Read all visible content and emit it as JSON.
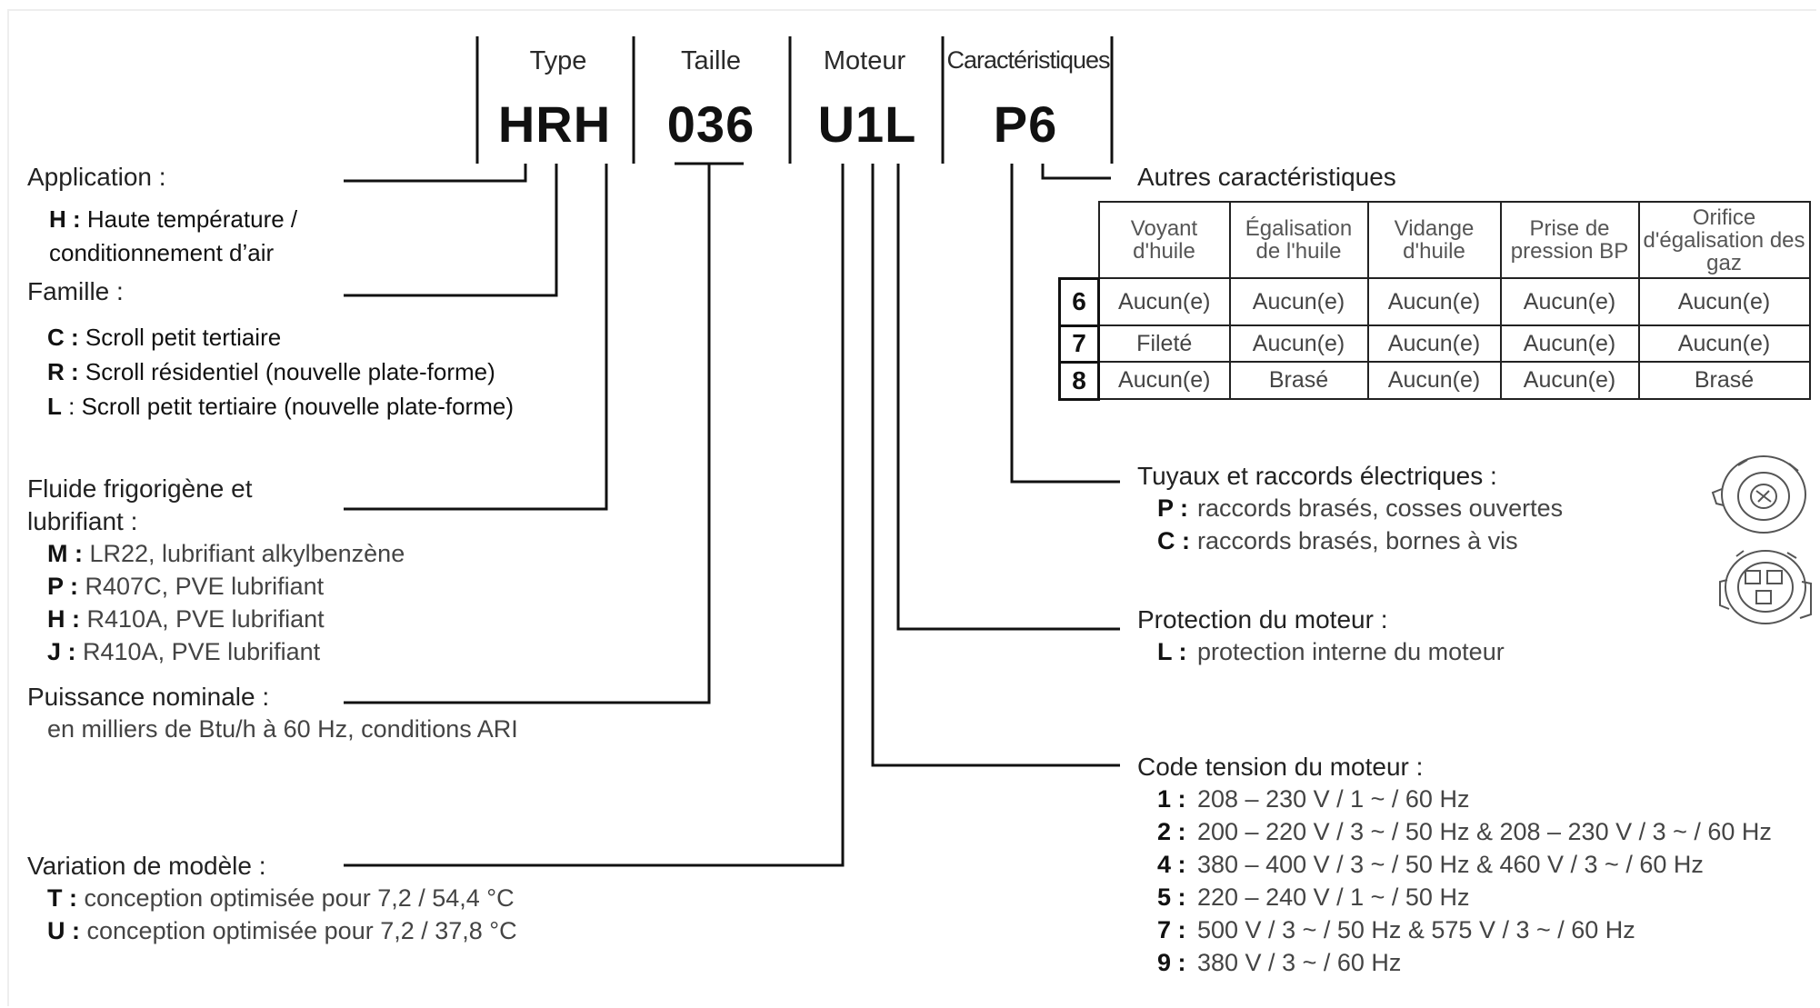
{
  "columns": [
    {
      "header": "Type",
      "code": "HRH"
    },
    {
      "header": "Taille",
      "code": "036"
    },
    {
      "header": "Moteur",
      "code": "U1L"
    },
    {
      "header": "Caractéristiques",
      "code": "P6"
    }
  ],
  "application": {
    "title": "Application :",
    "items": [
      {
        "key": "H :",
        "text": "Haute température /",
        "text2": "conditionnement d’air"
      }
    ]
  },
  "famille": {
    "title": "Famille :",
    "items": [
      {
        "key": "C :",
        "text": "Scroll petit tertiaire"
      },
      {
        "key": "R :",
        "text": "Scroll résidentiel (nouvelle plate-forme)"
      },
      {
        "key": "L",
        "text": ": Scroll petit tertiaire (nouvelle plate-forme)"
      }
    ]
  },
  "fluide": {
    "title": "Fluide frigorigène et",
    "title2": "lubrifiant :",
    "items": [
      {
        "key": "M :",
        "text": "LR22, lubrifiant alkylbenzène"
      },
      {
        "key": "P :",
        "text": "R407C, PVE lubrifiant"
      },
      {
        "key": "H :",
        "text": "R410A, PVE lubrifiant"
      },
      {
        "key": "J :",
        "text": "R410A, PVE lubrifiant"
      }
    ]
  },
  "puissance": {
    "title": "Puissance nominale :",
    "text": "en milliers de Btu/h à 60 Hz, conditions ARI"
  },
  "variation": {
    "title": "Variation de modèle :",
    "items": [
      {
        "key": "T :",
        "text": "conception optimisée pour 7,2 / 54,4 °C"
      },
      {
        "key": "U :",
        "text": "conception optimisée pour 7,2 / 37,8 °C"
      }
    ]
  },
  "autres": {
    "title": "Autres caractéristiques",
    "table": {
      "headers": [
        "Voyant d'huile",
        "Égalisation de l'huile",
        "Vidange d'huile",
        "Prise de pression BP",
        "Orifice d'égalisation des gaz"
      ],
      "rows": [
        {
          "code": "6",
          "cells": [
            "Aucun(e)",
            "Aucun(e)",
            "Aucun(e)",
            "Aucun(e)",
            "Aucun(e)"
          ]
        },
        {
          "code": "7",
          "cells": [
            "Fileté",
            "Aucun(e)",
            "Aucun(e)",
            "Aucun(e)",
            "Aucun(e)"
          ]
        },
        {
          "code": "8",
          "cells": [
            "Aucun(e)",
            "Brasé",
            "Aucun(e)",
            "Aucun(e)",
            "Brasé"
          ]
        }
      ]
    }
  },
  "tuyaux": {
    "title": "Tuyaux et raccords électriques :",
    "items": [
      {
        "key": "P :",
        "text": "raccords brasés, cosses ouvertes"
      },
      {
        "key": "C :",
        "text": "raccords brasés, bornes à vis"
      }
    ]
  },
  "protection": {
    "title": "Protection du moteur :",
    "items": [
      {
        "key": "L :",
        "text": "protection interne du moteur"
      }
    ]
  },
  "tension": {
    "title": "Code tension du moteur :",
    "items": [
      {
        "key": "1 :",
        "text": "208 – 230 V / 1 ~ / 60 Hz"
      },
      {
        "key": "2 :",
        "text": "200 – 220 V / 3 ~ / 50 Hz & 208 – 230 V / 3 ~ / 60 Hz"
      },
      {
        "key": "4 :",
        "text": "380 – 400 V / 3 ~ / 50 Hz & 460 V / 3 ~ / 60 Hz"
      },
      {
        "key": "5 :",
        "text": "220 – 240 V / 1 ~ / 50 Hz"
      },
      {
        "key": "7 :",
        "text": "500 V / 3 ~ / 50 Hz & 575 V / 3 ~ / 60 Hz"
      },
      {
        "key": "9 :",
        "text": "380 V / 3 ~ / 60 Hz"
      }
    ]
  },
  "icons": [
    "brazed-connector-terminal-icon",
    "screw-terminal-box-icon"
  ]
}
